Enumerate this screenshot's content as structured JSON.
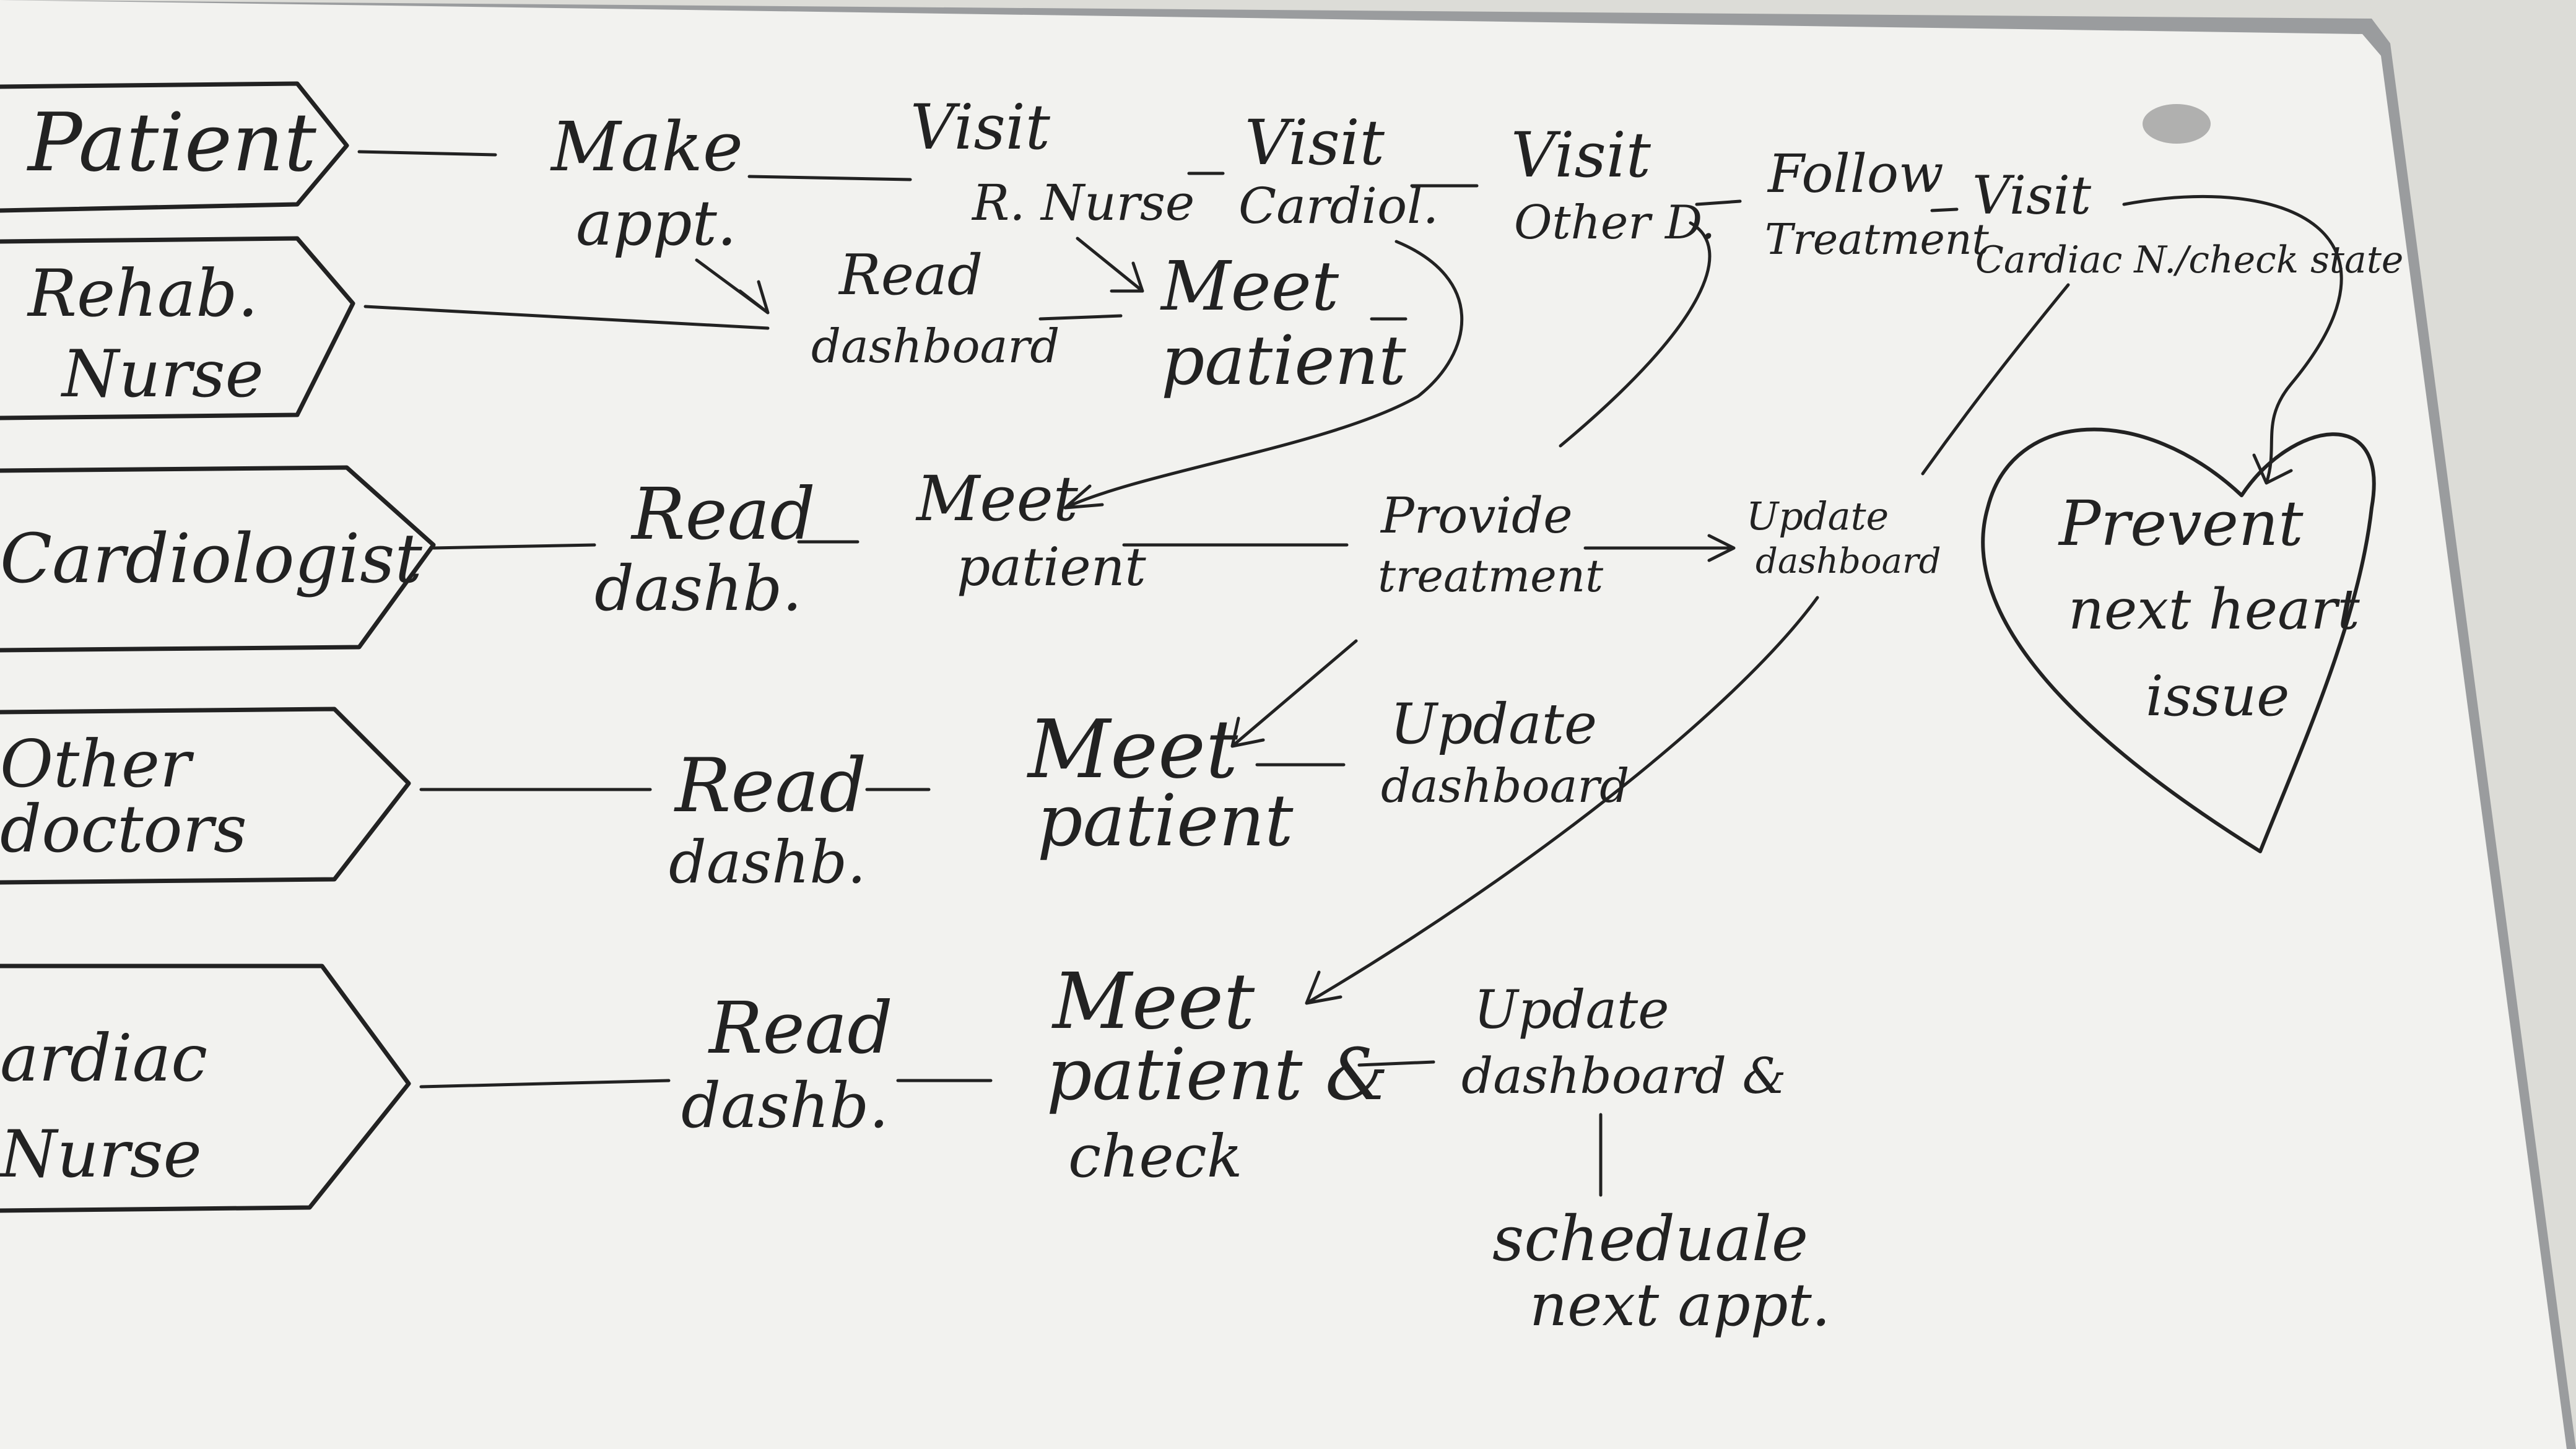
{
  "colors": {
    "board": "#f2f2ef",
    "wall": "#dcdcd7",
    "frame": "#9a9c9e",
    "ink": "#222222"
  },
  "lanes": {
    "patient": "Patient",
    "rehab_1": "Rehab.",
    "rehab_2": "Nurse",
    "cardiologist": "Cardiologist",
    "other_1": "Other",
    "other_2": "doctors",
    "cardiac_1": "ardiac",
    "cardiac_2": "Nurse"
  },
  "patient_row": {
    "make_1": "Make",
    "make_2": "appt.",
    "visit_rn_1": "Visit",
    "visit_rn_2": "R. Nurse",
    "visit_c_1": "Visit",
    "visit_c_2": "Cardiol.",
    "visit_o_1": "Visit",
    "visit_o_2": "Other D.",
    "follow_1": "Follow",
    "follow_2": "Treatment",
    "visit_cn_1": "Visit",
    "visit_cn_2": "Cardiac N./check state"
  },
  "rehab_row": {
    "read_1": "Read",
    "read_2": "dashboard",
    "meet_1": "Meet",
    "meet_2": "patient"
  },
  "cardio_row": {
    "read_1": "Read",
    "read_2": "dashb.",
    "meet_1": "Meet",
    "meet_2": "patient",
    "provide_1": "Provide",
    "provide_2": "treatment",
    "update_1": "Update",
    "update_2": "dashboard"
  },
  "other_row": {
    "read_1": "Read",
    "read_2": "dashb.",
    "meet_1": "Meet",
    "meet_2": "patient",
    "update_1": "Update",
    "update_2": "dashboard"
  },
  "cardiac_row": {
    "read_1": "Read",
    "read_2": "dashb.",
    "meet_1": "Meet",
    "meet_2": "patient &",
    "meet_3": "check",
    "update_1": "Update",
    "update_2": "dashboard &",
    "sched_1": "scheduale",
    "sched_2": "next appt."
  },
  "goal": {
    "line_1": "Prevent",
    "line_2": "next heart",
    "line_3": "issue"
  }
}
